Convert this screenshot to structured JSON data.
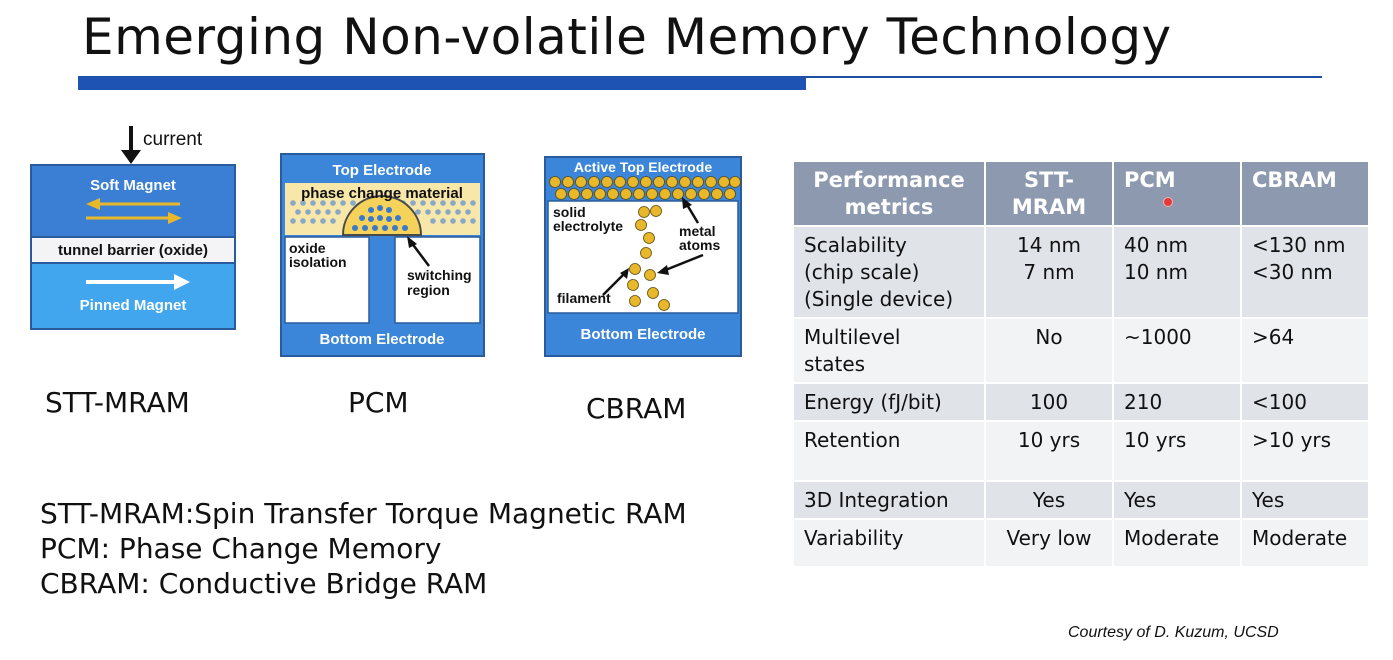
{
  "title": "Emerging Non-volatile Memory Technology",
  "colors": {
    "accent_blue": "#1e52b3",
    "electrode_blue": "#3b86d8",
    "table_header": "#8d99ae",
    "atom_gold": "#e8b82a"
  },
  "diagrams": {
    "stt": {
      "name": "STT-MRAM",
      "current": "current",
      "soft_magnet": "Soft Magnet",
      "tunnel_barrier": "tunnel barrier (oxide)",
      "pinned_magnet": "Pinned Magnet"
    },
    "pcm": {
      "name": "PCM",
      "top_electrode": "Top Electrode",
      "phase_change": "phase change material",
      "oxide_line1": "oxide",
      "oxide_line2": "isolation",
      "switching_line1": "switching",
      "switching_line2": "region",
      "bottom_electrode": "Bottom Electrode"
    },
    "cbram": {
      "name": "CBRAM",
      "active_top": "Active Top Electrode",
      "solid_line1": "solid",
      "solid_line2": "electrolyte",
      "metal_line1": "metal",
      "metal_line2": "atoms",
      "filament": "filament",
      "bottom_electrode": "Bottom Electrode"
    }
  },
  "abbreviations": [
    "STT-MRAM:Spin Transfer Torque Magnetic RAM",
    "PCM: Phase Change Memory",
    "CBRAM: Conductive Bridge RAM"
  ],
  "table": {
    "headers": [
      {
        "line1": "Performance",
        "line2": "metrics"
      },
      {
        "line1": "STT-",
        "line2": "MRAM"
      },
      {
        "line1": "PCM",
        "line2": ""
      },
      {
        "line1": "CBRAM",
        "line2": ""
      }
    ],
    "rows": [
      {
        "metric": [
          "Scalability",
          "(chip scale)",
          "(Single device)"
        ],
        "stt": [
          "14 nm",
          "7 nm"
        ],
        "pcm": [
          "40 nm",
          "10 nm"
        ],
        "cbram": [
          "<130 nm",
          "<30 nm"
        ]
      },
      {
        "metric": [
          "Multilevel",
          "states"
        ],
        "stt": [
          "No"
        ],
        "pcm": [
          "~1000"
        ],
        "cbram": [
          ">64"
        ]
      },
      {
        "metric": [
          "Energy (fJ/bit)"
        ],
        "stt": [
          "100"
        ],
        "pcm": [
          "210"
        ],
        "cbram": [
          "<100"
        ]
      },
      {
        "metric": [
          "Retention"
        ],
        "stt": [
          "10 yrs"
        ],
        "pcm": [
          "10 yrs"
        ],
        "cbram": [
          ">10 yrs"
        ]
      },
      {
        "metric": [
          "3D Integration"
        ],
        "stt": [
          "Yes"
        ],
        "pcm": [
          "Yes"
        ],
        "cbram": [
          "Yes"
        ]
      },
      {
        "metric": [
          "Variability"
        ],
        "stt": [
          "Very low"
        ],
        "pcm": [
          "Moderate"
        ],
        "cbram": [
          "Moderate"
        ]
      }
    ]
  },
  "courtesy": "Courtesy of D. Kuzum, UCSD"
}
